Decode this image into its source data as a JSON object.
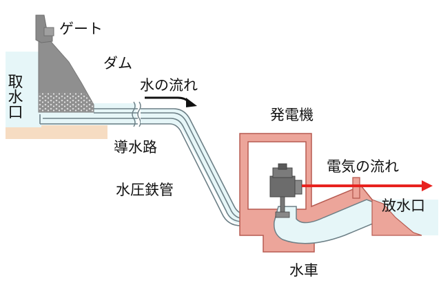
{
  "labels": {
    "gate": "ゲート",
    "dam": "ダム",
    "intake": "取水口",
    "water_flow": "水の流れ",
    "headrace": "導水路",
    "penstock": "水圧鉄管",
    "generator": "発電機",
    "electricity_flow": "電気の流れ",
    "tailrace": "放水口",
    "turbine": "水車"
  },
  "colors": {
    "water": "#e6f6f8",
    "pipe_outline": "#6c7f86",
    "dam": "#8f8f8f",
    "building": "#eca59a",
    "building_outline": "#b65a50",
    "ground": "#f6dcc2",
    "electricity_arrow": "#e8221f",
    "water_arrow": "#111111"
  },
  "icons": {
    "water_arrow": "right-arrow-icon",
    "electricity_arrow": "right-arrow-icon",
    "generator": "generator-icon",
    "pipe_break": "pipe-break-icon"
  }
}
